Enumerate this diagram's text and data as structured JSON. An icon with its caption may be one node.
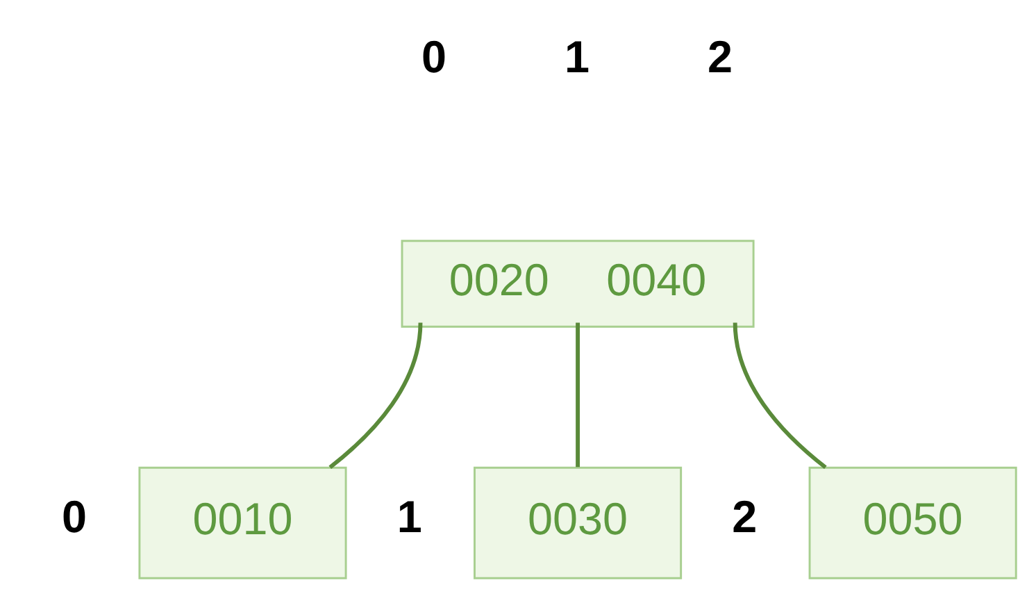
{
  "diagram": {
    "nodes": [
      {
        "text": [
          "0020",
          "0040"
        ]
      },
      {
        "text": [
          "0010"
        ]
      },
      {
        "text": [
          "0030"
        ]
      },
      {
        "text": [
          "0050"
        ]
      }
    ],
    "edges": [
      {
        "from": 0,
        "to": 1,
        "arrow": "none"
      },
      {
        "from": 0,
        "to": 2,
        "arrow": "none"
      },
      {
        "from": 0,
        "to": 3,
        "arrow": "none"
      }
    ],
    "labels": [
      "0",
      "1",
      "2",
      "0",
      "1",
      "2"
    ]
  }
}
